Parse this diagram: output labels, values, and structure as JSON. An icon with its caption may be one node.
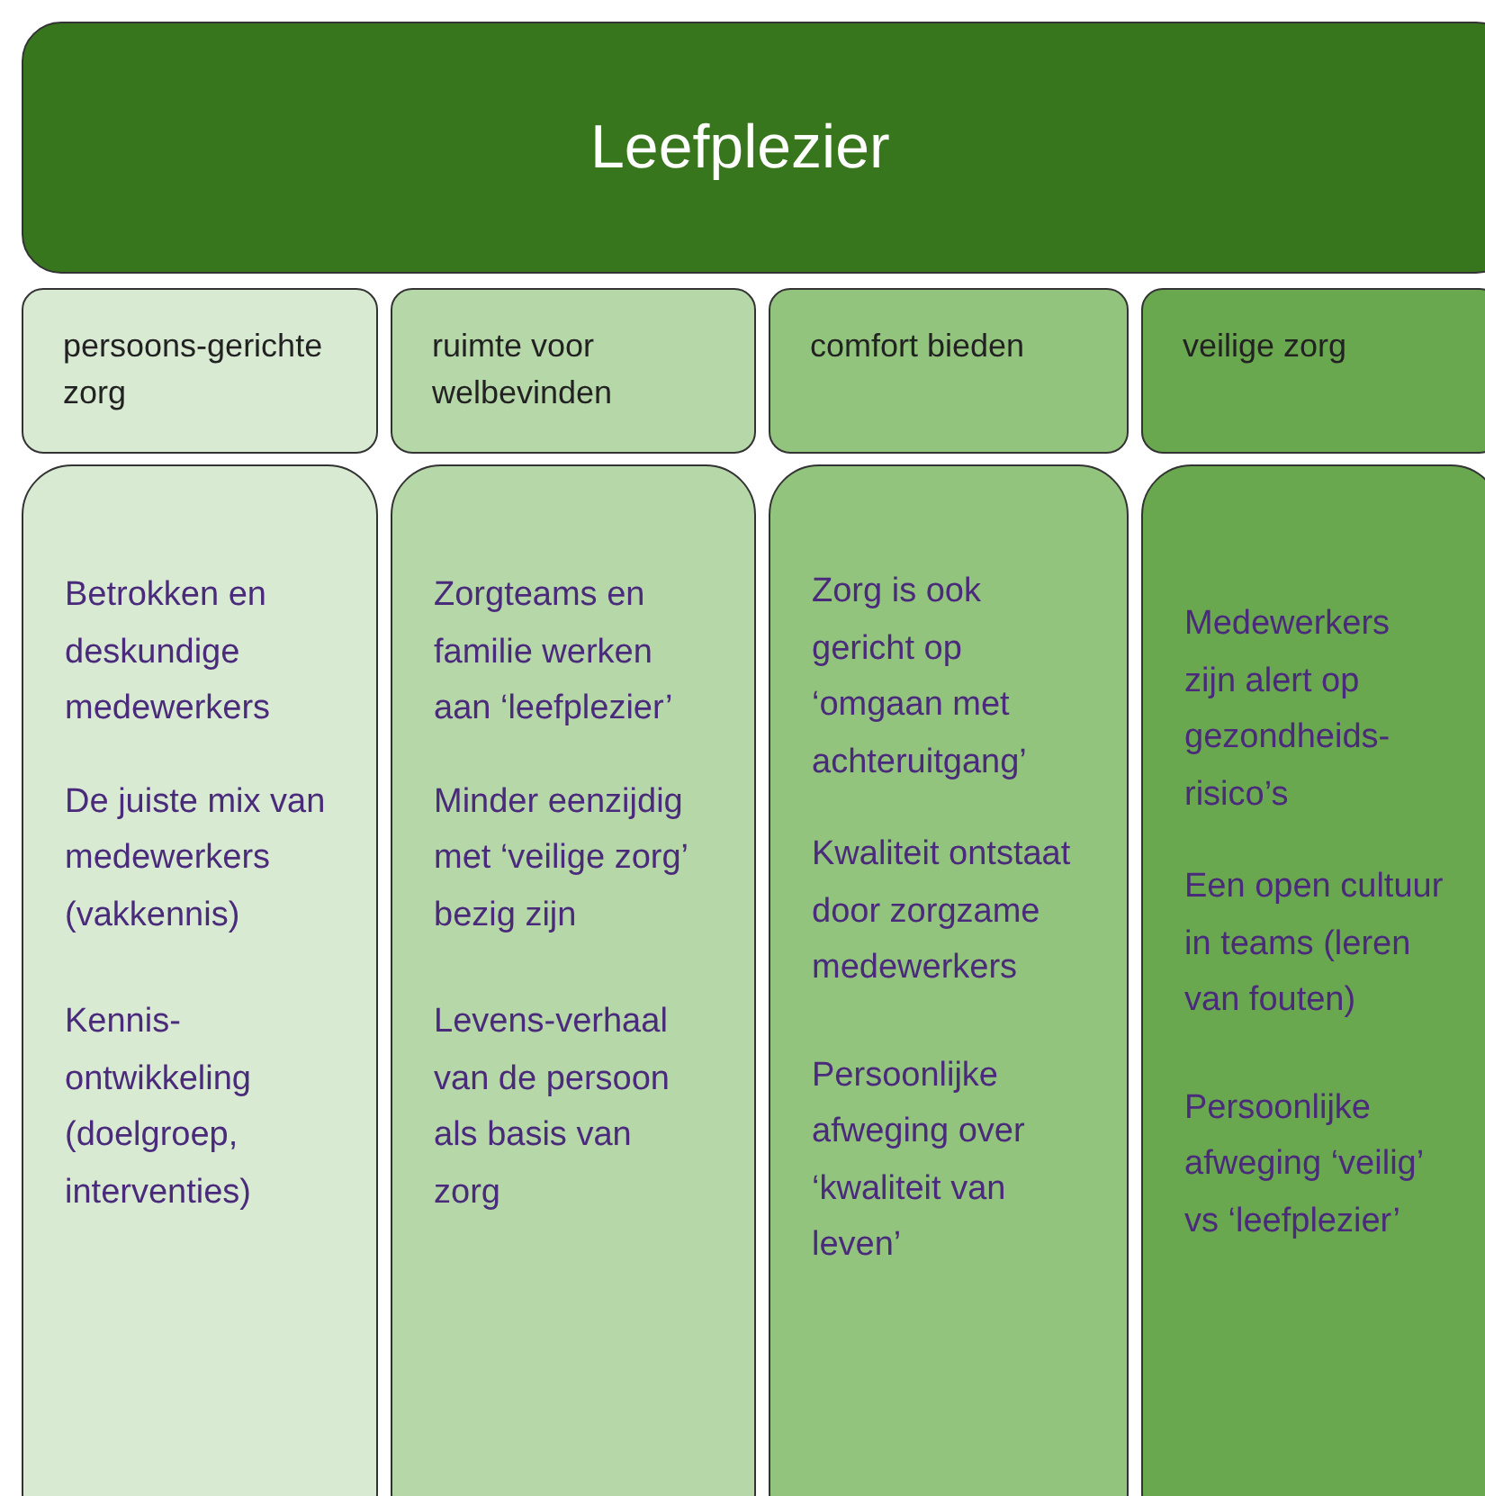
{
  "diagram": {
    "nodes": [
      {
        "text": [
          "Leefplezier"
        ]
      },
      {
        "text": [
          "persoons-gerichte zorg"
        ]
      },
      {
        "text": [
          "ruimte voor welbevinden"
        ]
      },
      {
        "text": [
          "comfort bieden"
        ]
      },
      {
        "text": [
          "veilige zorg"
        ]
      },
      {
        "text": [
          "Betrokken en deskundige medewerkers",
          "De juiste mix van medewerkers (vakkennis)",
          "Kennis-ontwikkeling (doelgroep, interventies)"
        ]
      },
      {
        "text": [
          "Zorgteams en familie werken aan ‘leefplezier’",
          "Minder eenzijdig met ‘veilige zorg’ bezig zijn",
          "Levens-verhaal van de persoon als basis van zorg"
        ]
      },
      {
        "text": [
          "Zorg is ook gericht op ‘omgaan met achteruitgang’",
          "Kwaliteit ontstaat door zorgzame medewerkers",
          "Persoonlijke afweging over ‘kwaliteit van leven’"
        ]
      },
      {
        "text": [
          "Medewerkers zijn alert op gezondheids-risico’s",
          "Een open cultuur in teams (leren van fouten)",
          "Persoonlijke afweging ‘veilig’ vs ‘leefplezier’"
        ]
      }
    ],
    "edges": []
  }
}
